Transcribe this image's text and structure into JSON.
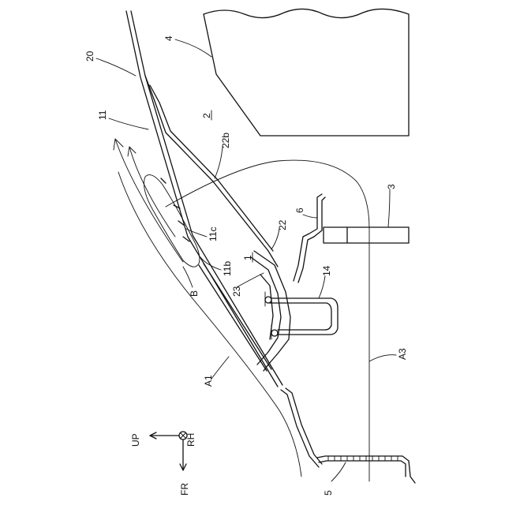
{
  "labels": {
    "l20": "20",
    "l11": "11",
    "l4": "4",
    "l2": "2",
    "l22b": "22b",
    "l3": "3",
    "l6": "6",
    "l22": "22",
    "l11c": "11c",
    "l1": "1",
    "l11b": "11b",
    "l14": "14",
    "l23": "23",
    "lB": "B",
    "lA1": "A1",
    "lA3": "A3",
    "l5": "5"
  },
  "axes": {
    "up": "UP",
    "rh": "RH",
    "fr": "FR"
  }
}
